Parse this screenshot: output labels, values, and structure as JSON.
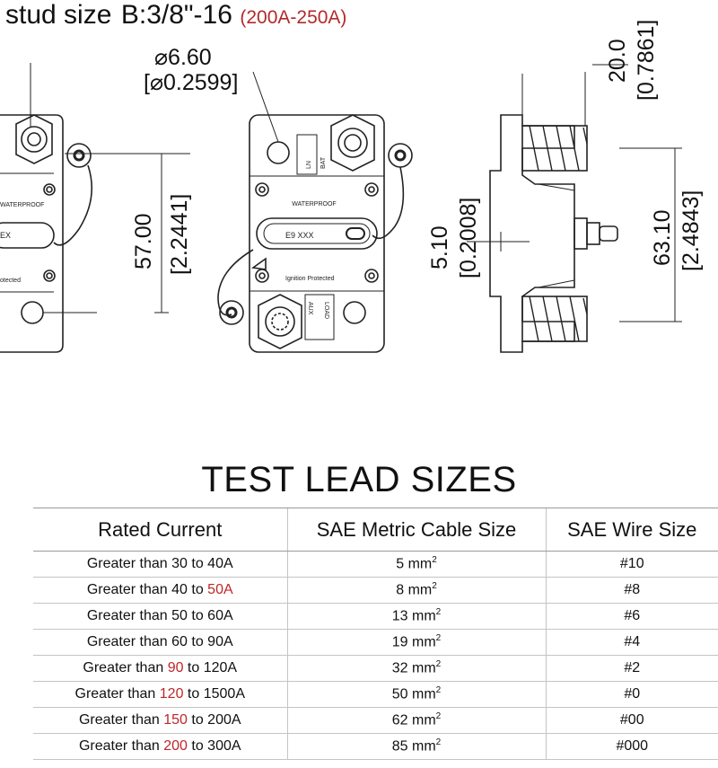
{
  "header": {
    "prefix": "stud size",
    "spec": "B:3/8\"-16",
    "range": "(200A-250A)"
  },
  "dimensions": {
    "hole_mm": "⌀6.60",
    "hole_in": "[⌀0.2599]",
    "height_mm": "57.00",
    "height_in": "[2.2441]",
    "depth_mm": "5.10",
    "depth_in": "[0.2008]",
    "stud_mm": "20.0",
    "stud_in": "[0.7861]",
    "overall_mm": "63.10",
    "overall_in": "[2.4843]"
  },
  "labels": {
    "waterproof": "WATERPROOF",
    "model": "E9 XXX",
    "ignition": "Ignition Protected",
    "left_ex": "EX",
    "left_ected": "otected",
    "aux": "AUX",
    "load": "LOAD",
    "bat": "BAT",
    "ln": "LN"
  },
  "table": {
    "title": "TEST LEAD SIZES",
    "headers": [
      "Rated Current",
      "SAE Metric Cable Size",
      "SAE Wire Size"
    ],
    "rows": [
      {
        "pre": "Greater than 30 to 40A",
        "red": "",
        "post": "",
        "mm": "5 mm",
        "awg": "#10"
      },
      {
        "pre": "Greater than 40 to ",
        "red": "50A",
        "post": "",
        "mm": "8 mm",
        "awg": "#8"
      },
      {
        "pre": "Greater than 50 to 60A",
        "red": "",
        "post": "",
        "mm": "13 mm",
        "awg": "#6"
      },
      {
        "pre": "Greater than 60 to 90A",
        "red": "",
        "post": "",
        "mm": "19 mm",
        "awg": "#4"
      },
      {
        "pre": "Greater than ",
        "red": "90",
        "post": " to 120A",
        "mm": "32 mm",
        "awg": "#2"
      },
      {
        "pre": "Greater than ",
        "red": "120",
        "post": " to 1500A",
        "mm": "50 mm",
        "awg": "#0"
      },
      {
        "pre": "Greater than ",
        "red": "150",
        "post": " to 200A",
        "mm": "62 mm",
        "awg": "#00"
      },
      {
        "pre": "Greater than ",
        "red": "200",
        "post": " to 300A",
        "mm": "85 mm",
        "awg": "#000"
      }
    ],
    "sup": "2"
  }
}
